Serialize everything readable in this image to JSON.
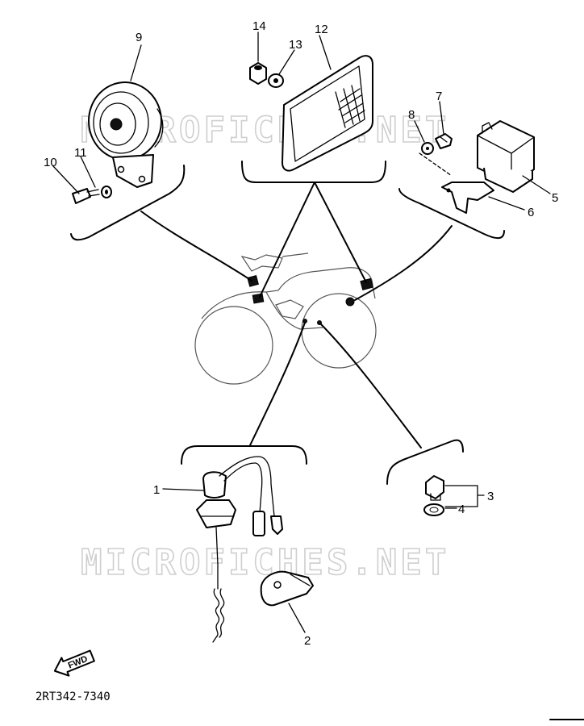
{
  "watermark": "MICROFICHES.NET",
  "diagram_code": "2RT342-7340",
  "fwd_label": "FWD",
  "callouts": [
    {
      "id": "c1",
      "text": "1"
    },
    {
      "id": "c2",
      "text": "2"
    },
    {
      "id": "c3",
      "text": "3"
    },
    {
      "id": "c4",
      "text": "4"
    },
    {
      "id": "c5",
      "text": "5"
    },
    {
      "id": "c6",
      "text": "6"
    },
    {
      "id": "c7",
      "text": "7"
    },
    {
      "id": "c8",
      "text": "8"
    },
    {
      "id": "c9",
      "text": "9"
    },
    {
      "id": "c10",
      "text": "10"
    },
    {
      "id": "c11",
      "text": "11"
    },
    {
      "id": "c12",
      "text": "12"
    },
    {
      "id": "c13",
      "text": "13"
    },
    {
      "id": "c14",
      "text": "14"
    }
  ]
}
